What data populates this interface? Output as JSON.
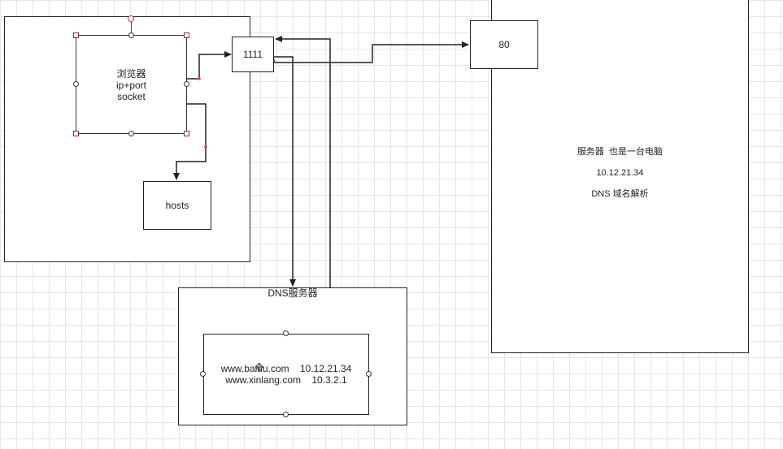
{
  "client": {
    "browser": {
      "line1": "浏览器",
      "line2": "ip+port",
      "line3": "socket"
    },
    "port": "1111",
    "hosts": "hosts"
  },
  "server": {
    "port": "80",
    "line1": "服务器  也是一台电脑",
    "line2": "10.12.21.34",
    "line3": "DNS 域名解析"
  },
  "dns": {
    "title": "DNS服务器",
    "records": [
      {
        "domain": "www.baidu.com",
        "ip": "10.12.21.34"
      },
      {
        "domain": "www.xinlang.com",
        "ip": "10.3.2.1"
      }
    ]
  },
  "colors": {
    "stroke": "#222222",
    "selection": "#8b2d4a",
    "grid": "#e6e6e6"
  }
}
